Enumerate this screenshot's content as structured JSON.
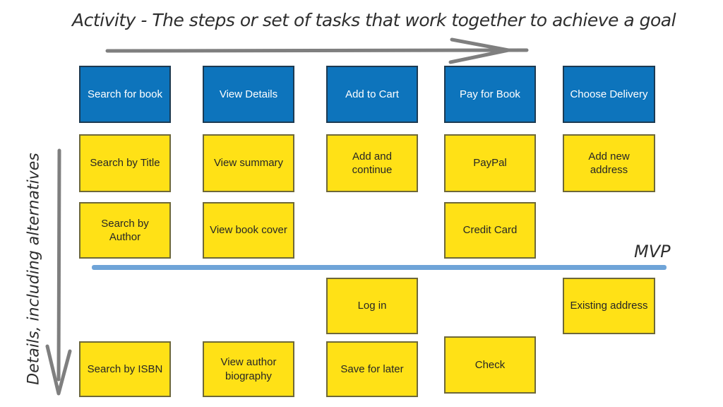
{
  "title": "Activity - The steps or set of tasks that work together to achieve a goal",
  "vertical_axis_label": "Details, including alternatives",
  "mvp_label": "MVP",
  "colors": {
    "activity_fill": "#0d74bc",
    "activity_border": "#1c3a52",
    "task_fill": "#ffe116",
    "task_border": "#6e6838",
    "mvp_line": "#6fa4d8",
    "arrow_gray": "#7f7f7f"
  },
  "columns": [
    {
      "activity": "Search for book",
      "tasks": [
        "Search by Title",
        "Search by Author",
        "Search by ISBN"
      ]
    },
    {
      "activity": "View Details",
      "tasks": [
        "View summary",
        "View book cover",
        "View author biography"
      ]
    },
    {
      "activity": "Add to Cart",
      "tasks": [
        "Add and continue",
        "Log in",
        "Save for later"
      ]
    },
    {
      "activity": "Pay for Book",
      "tasks": [
        "PayPal",
        "Credit Card",
        "Check"
      ]
    },
    {
      "activity": "Choose Delivery",
      "tasks": [
        "Add new address",
        "Existing address"
      ]
    }
  ]
}
